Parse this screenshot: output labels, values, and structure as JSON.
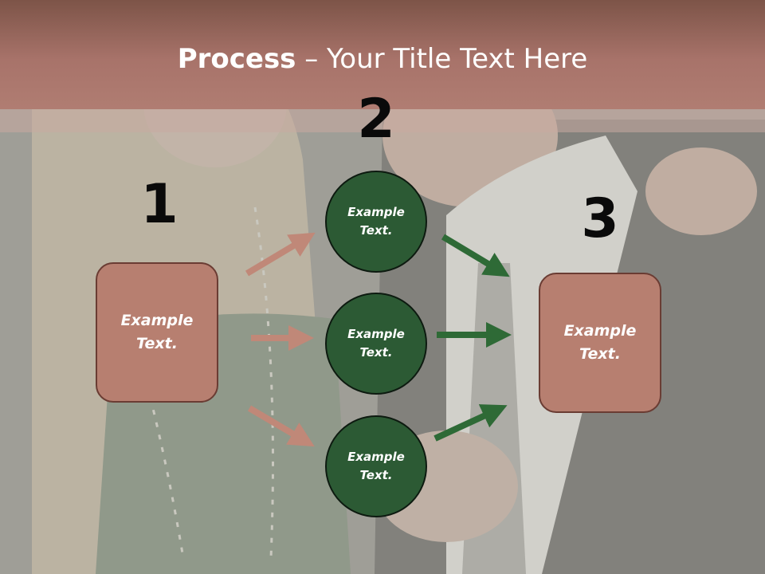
{
  "title": {
    "bold": "Process",
    "rest": " – Your Title Text Here"
  },
  "steps": {
    "n1": "1",
    "n2": "2",
    "n3": "3"
  },
  "left_box": {
    "line1": "Example",
    "line2": "Text."
  },
  "circles": [
    {
      "line1": "Example",
      "line2": "Text."
    },
    {
      "line1": "Example",
      "line2": "Text."
    },
    {
      "line1": "Example",
      "line2": "Text."
    }
  ],
  "right_box": {
    "line1": "Example",
    "line2": "Text."
  },
  "colors": {
    "title_bar": "#a8736a",
    "box_fill": "#b77f70",
    "circle_fill": "#2c5a34",
    "left_arrow": "#c08878",
    "right_arrow": "#2e6a36"
  }
}
